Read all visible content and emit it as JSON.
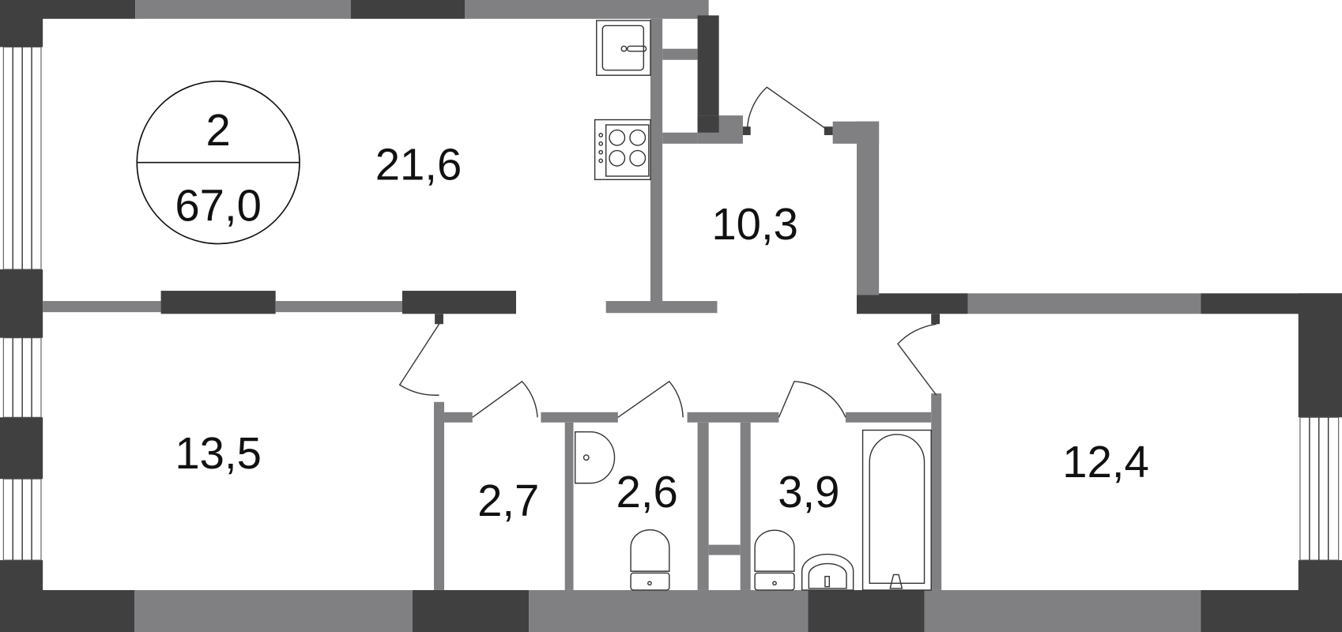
{
  "plan": {
    "rooms_count": "2",
    "total_area": "67,0",
    "rooms": [
      {
        "id": "kitchen-living",
        "area": "21,6"
      },
      {
        "id": "hallway",
        "area": "10,3"
      },
      {
        "id": "bedroom-left",
        "area": "13,5"
      },
      {
        "id": "storage",
        "area": "2,7"
      },
      {
        "id": "toilet",
        "area": "2,6"
      },
      {
        "id": "bathroom",
        "area": "3,9"
      },
      {
        "id": "bedroom-right",
        "area": "12,4"
      }
    ],
    "colors": {
      "load_bearing_wall": "#404041",
      "partition_wall": "#808083"
    }
  }
}
